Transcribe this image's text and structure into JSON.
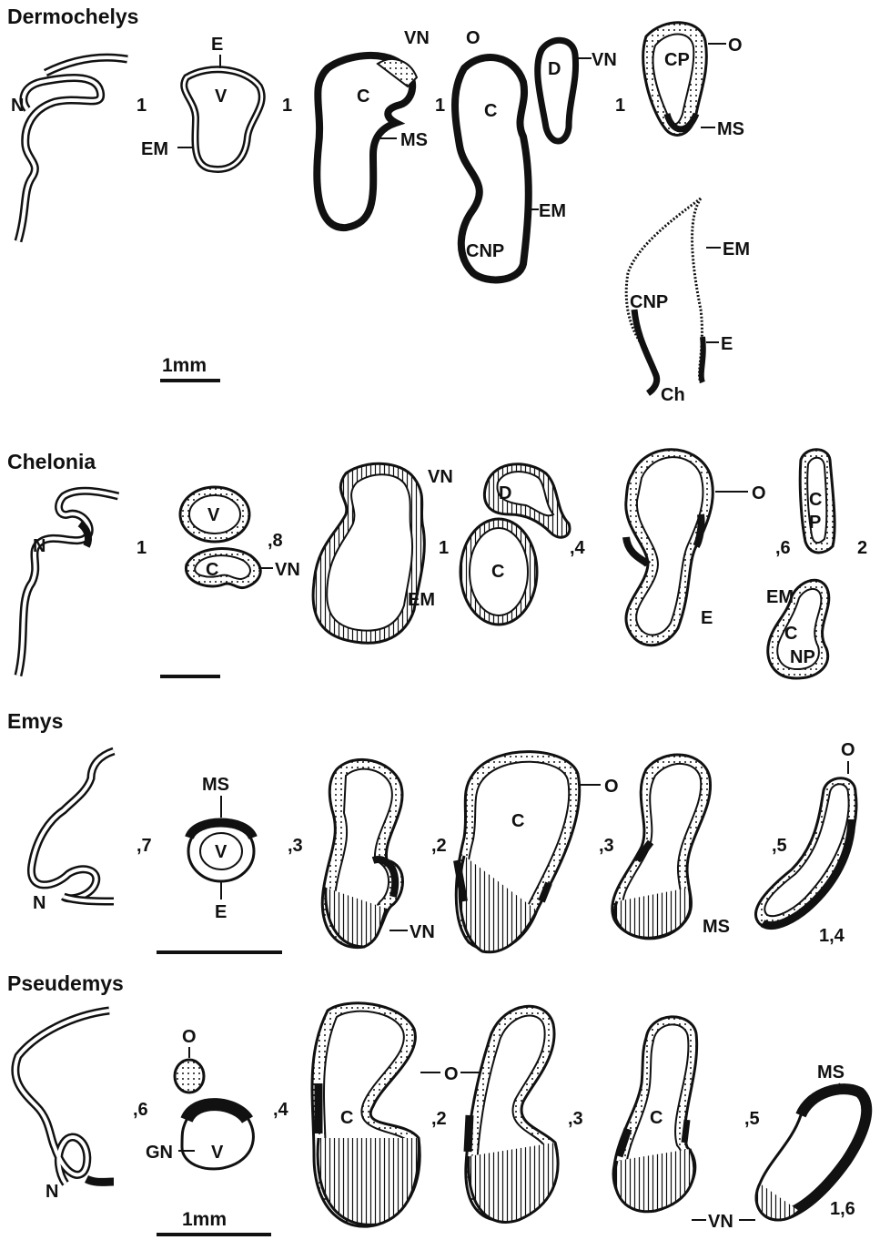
{
  "species": [
    {
      "name": "Dermochelys",
      "scale": "1mm",
      "spacers": [
        "1",
        "1",
        "1",
        "1"
      ],
      "labels": [
        "N",
        "E",
        "V",
        "EM",
        "VN",
        "C",
        "MS",
        "O",
        "C",
        "EM",
        "CNP",
        "D",
        "VN",
        "CP",
        "O",
        "MS",
        "EM",
        "CNP",
        "E",
        "Ch"
      ]
    },
    {
      "name": "Chelonia",
      "scale": "",
      "spacers": [
        "1",
        ",8",
        "1",
        ",4",
        ",6",
        "2"
      ],
      "labels": [
        "N",
        "V",
        "C",
        "VN",
        "VN",
        "EM",
        "D",
        "C",
        "O",
        "E",
        "C",
        "P",
        "EM",
        "C",
        "NP"
      ]
    },
    {
      "name": "Emys",
      "scale": "",
      "spacers": [
        ",7",
        ",3",
        ",2",
        ",3",
        ",5",
        "1,4"
      ],
      "labels": [
        "N",
        "MS",
        "V",
        "E",
        "VN",
        "C",
        "O",
        "MS",
        "O"
      ]
    },
    {
      "name": "Pseudemys",
      "scale": "1mm",
      "spacers": [
        ",6",
        ",4",
        ",2",
        ",3",
        ",5",
        "1,6"
      ],
      "labels": [
        "N",
        "O",
        "GN",
        "V",
        "C",
        "O",
        "C",
        "VN",
        "MS"
      ]
    }
  ],
  "colors": {
    "ink": "#111111",
    "paper": "#ffffff"
  }
}
